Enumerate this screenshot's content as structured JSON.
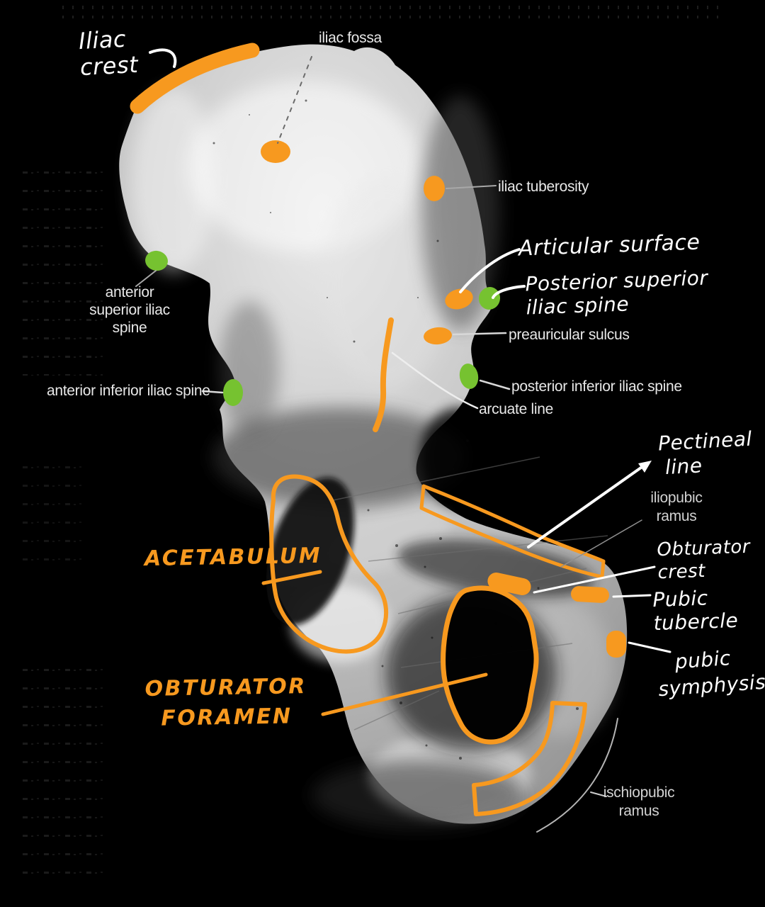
{
  "colors": {
    "orange": "#F7991F",
    "green": "#76C230",
    "white": "#FFFFFF",
    "leader_gray": "#A8A8A8",
    "faint_gray": "#6E6E6E",
    "background": "#000000"
  },
  "labels": {
    "iliac_crest": {
      "line1": "Iliac",
      "line2": "crest"
    },
    "iliac_fossa": {
      "text": "iliac fossa"
    },
    "iliac_tuberosity": {
      "text": "iliac tuberosity"
    },
    "asis": {
      "line1": "anterior",
      "line2": "superior iliac",
      "line3": "spine"
    },
    "articular_surface": {
      "text": "Articular surface"
    },
    "psis": {
      "line1": "Posterior superior",
      "line2": "iliac spine"
    },
    "preauricular_sulcus": {
      "text": "preauricular sulcus"
    },
    "aiis": {
      "text": "anterior inferior iliac spine"
    },
    "piis": {
      "text": "posterior inferior iliac spine"
    },
    "arcuate_line": {
      "text": "arcuate line"
    },
    "pectineal_line": {
      "line1": "Pectineal",
      "line2": "line"
    },
    "iliopubic_ramus": {
      "line1": "iliopubic",
      "line2": "ramus"
    },
    "obturator_crest": {
      "line1": "Obturator",
      "line2": "crest"
    },
    "pubic_tubercle": {
      "line1": "Pubic",
      "line2": "tubercle"
    },
    "pubic_symphysis": {
      "line1": "pubic",
      "line2": "symphysis"
    },
    "acetabulum": {
      "text": "ACETABULUM"
    },
    "obturator_foramen": {
      "line1": "OBTURATOR",
      "line2": "FORAMEN"
    },
    "ischiopubic_ramus": {
      "line1": "ischiopubic",
      "line2": "ramus"
    }
  },
  "markers": {
    "iliac_crest_stripe": "orange",
    "iliac_fossa_spot": "orange",
    "iliac_tuberosity_spot": "orange",
    "auricular_surface_spot": "orange",
    "preauricular_sulcus_spot": "orange",
    "arcuate_line_trace": "orange",
    "acetabulum_outline": "orange",
    "pectineal_line_outline": "orange",
    "obturator_crest_spot": "orange",
    "pubic_tubercle_spot": "orange",
    "pubic_symphysis_spot": "orange",
    "obturator_foramen_outline": "orange",
    "ischiopubic_ramus_outline": "orange",
    "anterior_superior_iliac_spine_spot": "green",
    "anterior_inferior_iliac_spine_spot": "green",
    "posterior_superior_iliac_spine_spot": "green",
    "posterior_inferior_iliac_spine_spot": "green"
  }
}
